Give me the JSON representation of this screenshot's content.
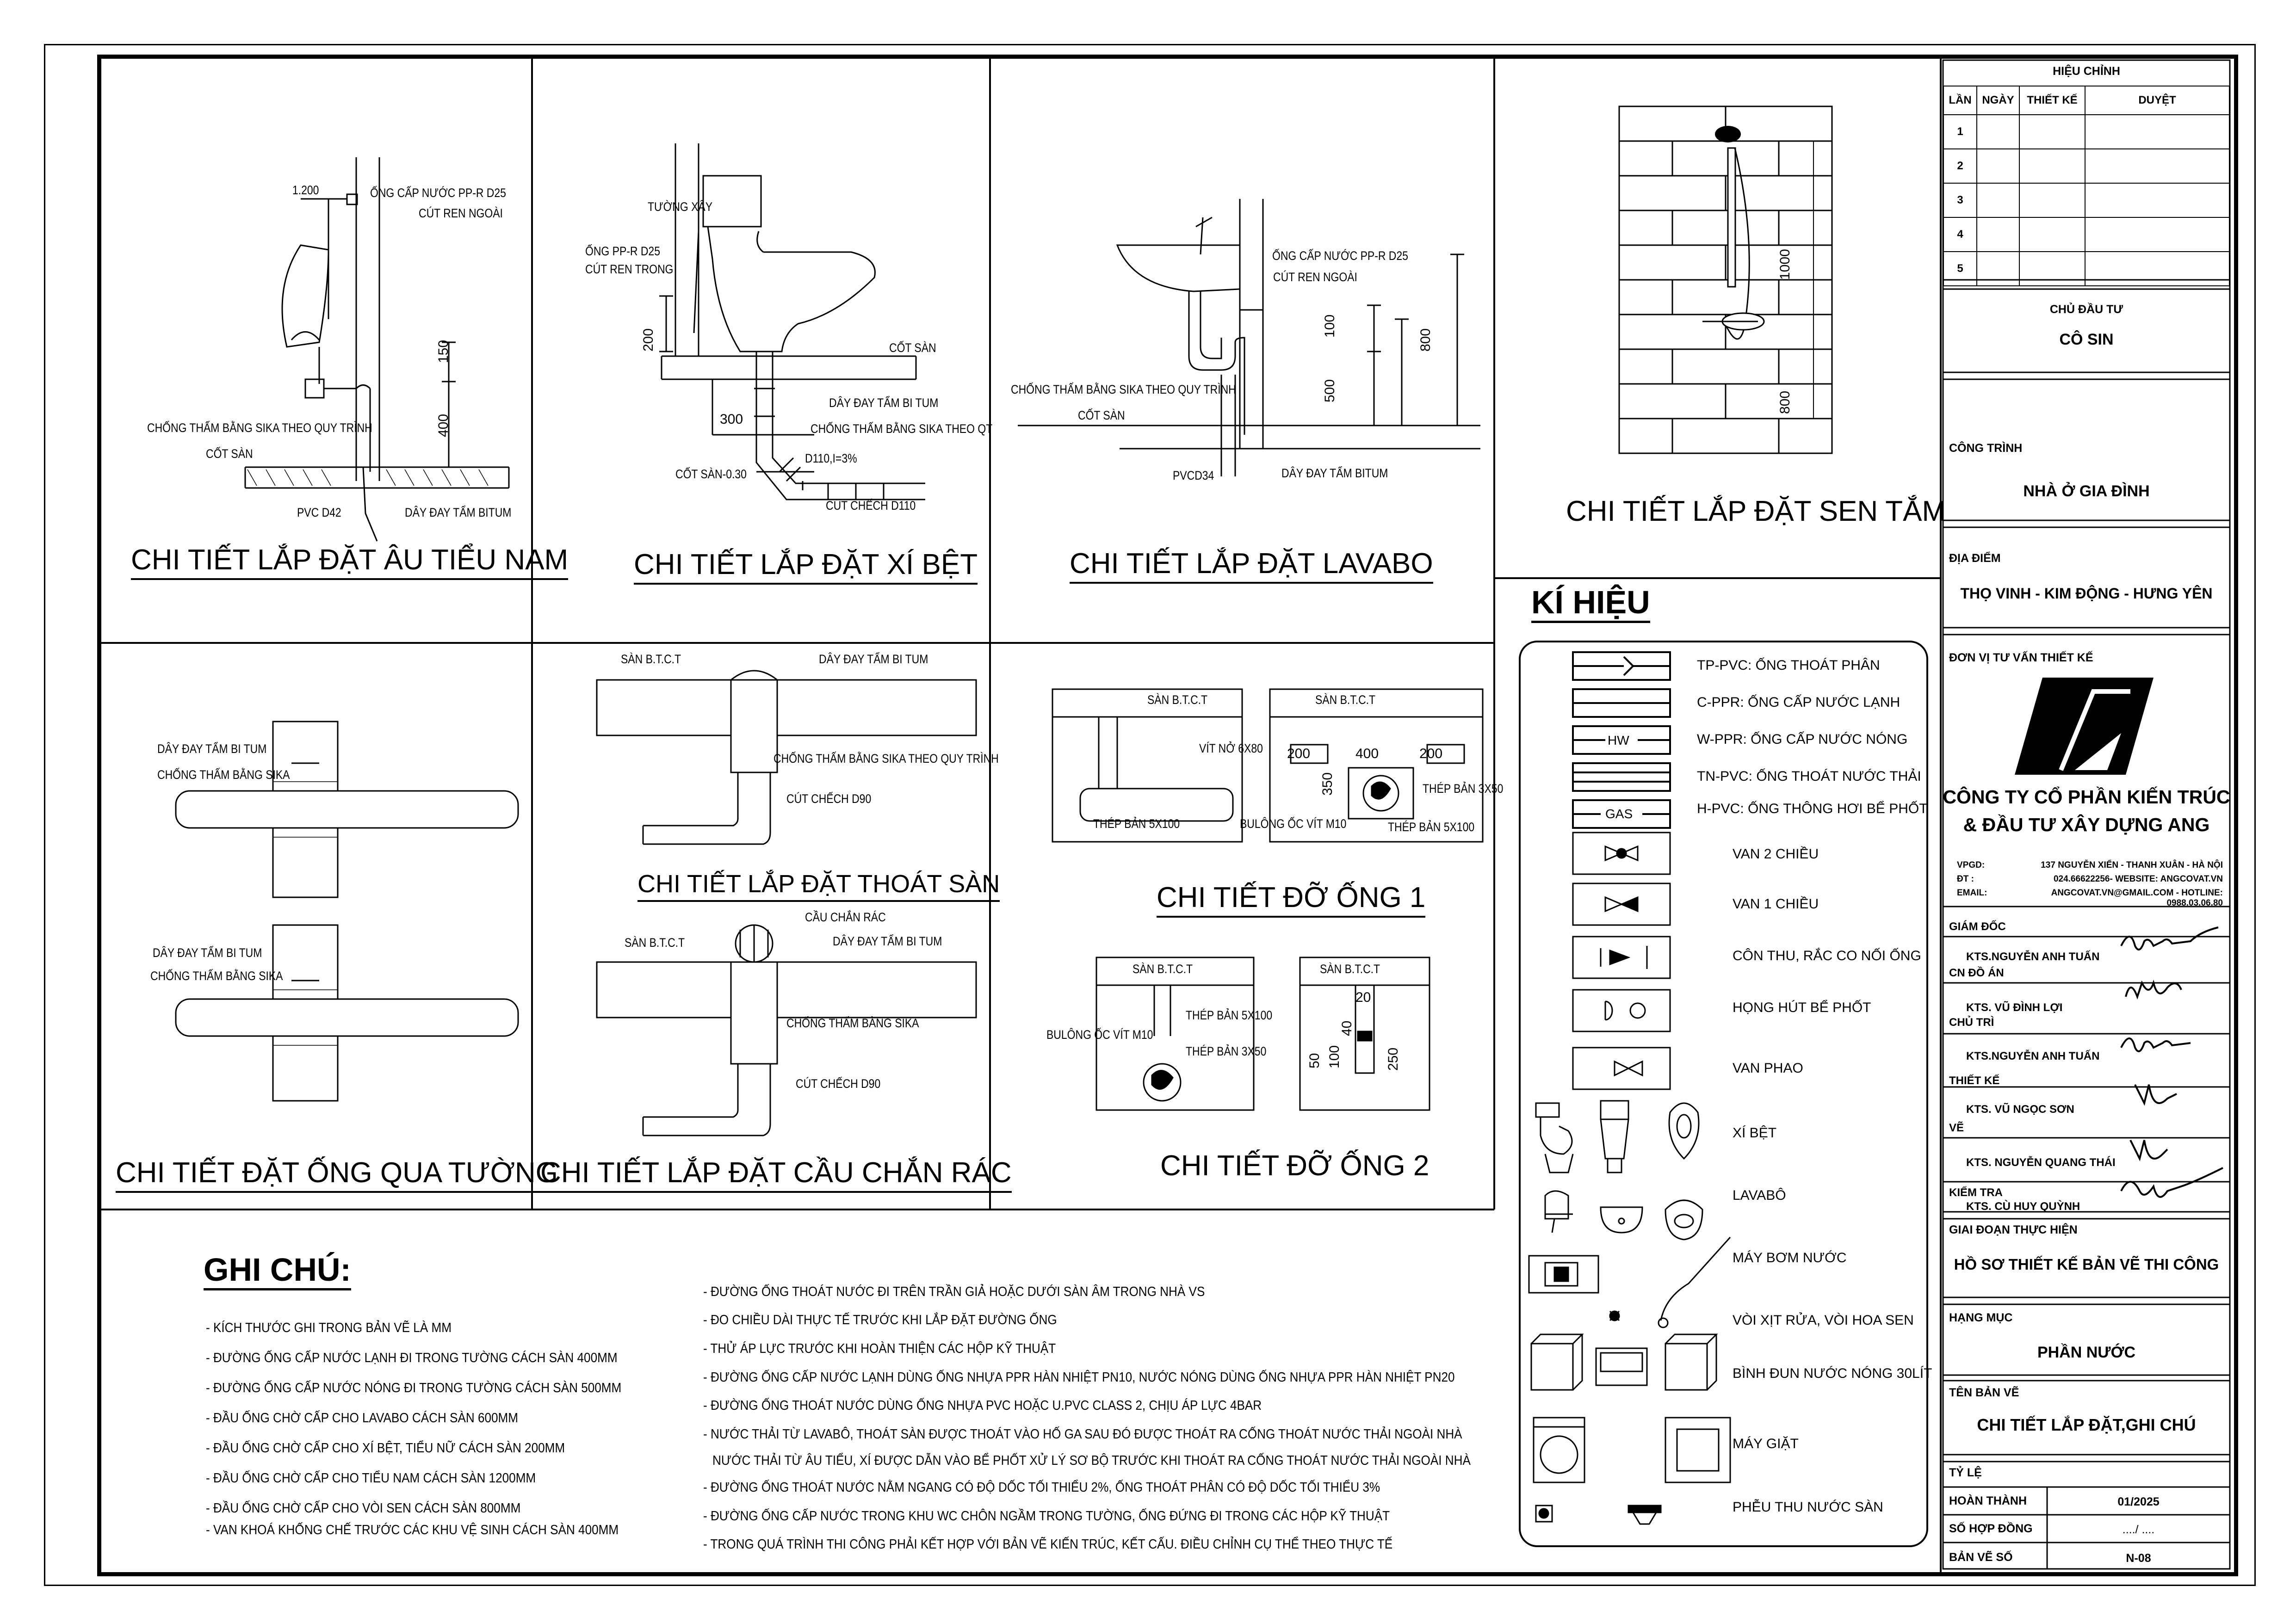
{
  "details": {
    "urinal": {
      "title": "CHI TIẾT LẮP ĐẶT ÂU TIỂU NAM",
      "pipe_label": "ỐNG CẤP NƯỚC PP-R D25",
      "fitting": "CÚT REN NGOÀI",
      "waterproof": "CHỐNG THẤM BẰNG SIKA THEO QUY TRÌNH",
      "floor": "CỐT SÀN",
      "pvc": "PVC D42",
      "bitumen": "DÂY ĐAY TẨM BITUM",
      "dim_top": "1.200",
      "dim_a": "150",
      "dim_b": "400"
    },
    "toilet": {
      "title": "CHI TIẾT LẮP ĐẶT XÍ BỆT",
      "wall": "TƯỜNG XÂY",
      "pipe_label": "ỐNG PP-R D25",
      "fitting": "CÚT REN TRONG",
      "floor": "CỐT SÀN",
      "bitumen": "DÂY ĐAY TẨM BI TUM",
      "waterproof": "CHỐNG THẤM BẰNG SIKA THEO QT",
      "floor_low": "CỐT SÀN-0.30",
      "slope": "D110,I=3%",
      "elbow": "CÚT CHẾCH D110",
      "dim_a": "200",
      "dim_b": "300"
    },
    "lavabo": {
      "title": "CHI TIẾT LẮP ĐẶT LAVABO",
      "pipe_label": "ỐNG CẤP NƯỚC PP-R D25",
      "fitting": "CÚT REN NGOÀI",
      "waterproof": "CHỐNG THẤM BẰNG SIKA THEO QUY TRÌNH",
      "floor": "CỐT SÀN",
      "pvc": "PVCD34",
      "bitumen": "DÂY ĐAY TẨM BITUM",
      "dim_a": "100",
      "dim_b": "500",
      "dim_c": "800"
    },
    "shower": {
      "title": "CHI TIẾT LẮP ĐẶT SEN TẮM",
      "dim_a": "1000",
      "dim_b": "800"
    },
    "wall_pipe": {
      "title": "CHI TIẾT ĐẶT ỐNG QUA TƯỜNG",
      "bitumen": "DÂY ĐAY TẨM BI TUM",
      "waterproof": "CHỐNG THẤM BẰNG SIKA"
    },
    "floor_drain": {
      "title": "CHI TIẾT LẮP ĐẶT THOÁT SÀN",
      "slab": "SÀN B.T.C.T",
      "bitumen": "DÂY ĐAY TẨM BI TUM",
      "waterproof": "CHỐNG THẤM BẰNG SIKA THEO QUY TRÌNH",
      "elbow": "CÚT CHẾCH D90"
    },
    "trash_cap": {
      "title": "CHI TIẾT LẮP ĐẶT CẦU CHẮN RÁC",
      "slab": "SÀN B.T.C.T",
      "cap": "CẦU CHẮN RÁC",
      "bitumen": "DÂY ĐAY TẨM BI TUM",
      "waterproof": "CHỐNG THẤM BẰNG SIKA",
      "elbow": "CÚT CHẾCH D90"
    },
    "support1": {
      "title": "CHI TIẾT ĐỠ ỐNG 1",
      "slab": "SÀN B.T.C.T",
      "slab2": "SÀN B.T.C.T",
      "screw": "VÍT NỞ 6X80",
      "steel1": "THÉP BẢN 5X100",
      "bolt": "BULÔNG ỐC VÍT M10",
      "steel2": "THÉP BẢN 3X50",
      "steel3": "THÉP BẢN 5X100",
      "d1": "200",
      "d2": "400",
      "d3": "200",
      "d4": "350"
    },
    "support2": {
      "title": "CHI TIẾT ĐỠ ỐNG 2",
      "slab": "SÀN B.T.C.T",
      "slab2": "SÀN B.T.C.T",
      "steel1": "THÉP BẢN 5X100",
      "bolt": "BULÔNG ỐC VÍT M10",
      "steel2": "THÉP BẢN 3X50",
      "d1": "20",
      "d2": "40",
      "d3": "50",
      "d4": "100",
      "d5": "250"
    }
  },
  "legend": {
    "title": "KÍ HIỆU",
    "lines": [
      {
        "label": "TP-PVC: ỐNG THOÁT PHÂN",
        "tag": ""
      },
      {
        "label": "C-PPR: ỐNG CẤP NƯỚC LẠNH",
        "tag": ""
      },
      {
        "label": "W-PPR: ỐNG CẤP NƯỚC NÓNG",
        "tag": "HW"
      },
      {
        "label": "TN-PVC: ỐNG THOÁT NƯỚC THẢI",
        "tag": ""
      },
      {
        "label": "H-PVC: ỐNG THÔNG HƠI BỂ PHỐT",
        "tag": "GAS"
      }
    ],
    "items": [
      "VAN 2 CHIỀU",
      "VAN 1 CHIỀU",
      "CÔN THU, RẮC CO NỐI ỐNG",
      "HỌNG HÚT BỂ PHỐT",
      "VAN PHAO",
      "XÍ BỆT",
      "LAVABÔ",
      "MÁY BƠM NƯỚC",
      "VÒI XỊT RỬA, VÒI HOA SEN",
      "BÌNH ĐUN NƯỚC NÓNG 30LÍT",
      "MÁY GIẶT",
      "PHỄU THU NƯỚC SÀN"
    ]
  },
  "notes": {
    "title": "GHI CHÚ:",
    "left": [
      "- KÍCH THƯỚC GHI TRONG BẢN VẼ LÀ MM",
      "- ĐƯỜNG ỐNG CẤP NƯỚC LẠNH ĐI TRONG TƯỜNG CÁCH SÀN 400MM",
      "- ĐƯỜNG ỐNG CẤP NƯỚC NÓNG ĐI TRONG TƯỜNG CÁCH SÀN 500MM",
      "- ĐẦU ỐNG CHỜ CẤP CHO LAVABO CÁCH SÀN 600MM",
      "- ĐẦU ỐNG CHỜ CẤP CHO XÍ BỆT, TIỂU NỮ CÁCH SÀN 200MM",
      "- ĐẦU ỐNG CHỜ CẤP CHO TIỂU NAM CÁCH SÀN 1200MM",
      "- ĐẦU ỐNG CHỜ CẤP CHO VÒI SEN CÁCH SÀN 800MM",
      "- VAN KHOÁ KHỐNG CHẾ TRƯỚC CÁC KHU VỆ SINH CÁCH SÀN 400MM"
    ],
    "right": [
      "- ĐƯỜNG ỐNG THOÁT NƯỚC ĐI TRÊN TRẦN GIẢ HOẶC DƯỚI SÀN ÂM TRONG NHÀ VS",
      "- ĐO CHIỀU DÀI THỰC TẾ TRƯỚC KHI LẮP ĐẶT ĐƯỜNG ỐNG",
      "- THỬ ÁP LỰC TRƯỚC KHI HOÀN THIỆN CÁC HỘP KỸ THUẬT",
      "- ĐƯỜNG ỐNG CẤP NƯỚC LẠNH DÙNG ỐNG NHỰA PPR HÀN NHIỆT PN10, NƯỚC NÓNG DÙNG ỐNG NHỰA PPR HÀN NHIỆT PN20",
      "- ĐƯỜNG ỐNG THOÁT NƯỚC DÙNG ỐNG NHỰA PVC HOẶC U.PVC CLASS 2, CHỊU ÁP LỰC 4BAR",
      "- NƯỚC THẢI TỪ LAVABÔ, THOÁT SÀN ĐƯỢC THOÁT VÀO HỐ GA SAU ĐÓ ĐƯỢC THOÁT RA CỐNG THOÁT NƯỚC THẢI NGOÀI NHÀ",
      "NƯỚC THẢI TỪ ÂU TIỂU, XÍ ĐƯỢC DẪN VÀO BỂ PHỐT XỬ LÝ SƠ BỘ TRƯỚC KHI THOÁT RA CỐNG THOÁT NƯỚC THẢI NGOÀI NHÀ",
      "- ĐƯỜNG ỐNG THOÁT NƯỚC NẰM NGANG CÓ ĐỘ DỐC TỐI THIỂU 2%, ỐNG THOÁT PHÂN CÓ ĐỘ DỐC TỐI THIỂU 3%",
      "- ĐƯỜNG ỐNG CẤP NƯỚC TRONG KHU WC CHÔN NGẦM TRONG TƯỜNG, ỐNG ĐỨNG ĐI TRONG CÁC HỘP KỸ THUẬT",
      "- TRONG QUÁ TRÌNH THI CÔNG PHẢI KẾT HỢP VỚI BẢN VẼ KIẾN TRÚC, KẾT CẤU. ĐIỀU CHỈNH CỤ THỂ THEO THỰC TẾ"
    ]
  },
  "title_block": {
    "revision": {
      "title": "HIỆU CHỈNH",
      "headers": [
        "LẦN",
        "NGÀY",
        "THIẾT KẾ",
        "DUYỆT"
      ],
      "rows": [
        "1",
        "2",
        "3",
        "4",
        "5"
      ]
    },
    "investor": {
      "label": "CHỦ ĐẦU TƯ",
      "value": "CÔ SIN"
    },
    "project": {
      "label": "CÔNG TRÌNH",
      "value": "NHÀ Ở GIA ĐÌNH"
    },
    "location": {
      "label": "ĐỊA ĐIỂM",
      "value": "THỌ VINH - KIM ĐỘNG - HƯNG YÊN"
    },
    "consultant": {
      "label": "ĐƠN VỊ TƯ VẤN THIẾT KẾ",
      "name1": "CÔNG TY CỔ PHẦN KIẾN TRÚC",
      "name2": "& ĐẦU TƯ XÂY DỰNG ANG",
      "contacts": [
        {
          "k": "VPGD:",
          "v": "137 NGUYỄN XIỂN - THANH XUÂN - HÀ NỘI"
        },
        {
          "k": "ĐT :",
          "v": "024.66622256- WEBSITE: ANGCOVAT.VN"
        },
        {
          "k": "EMAIL:",
          "v": "ANGCOVAT.VN@GMAIL.COM - HOTLINE: 0988.03.06.80"
        }
      ]
    },
    "staff": [
      {
        "role": "GIÁM ĐỐC",
        "name": "KTS.NGUYỄN ANH TUẤN"
      },
      {
        "role": "CN ĐỒ ÁN",
        "name": "KTS. VŨ ĐÌNH LỢI"
      },
      {
        "role": "CHỦ TRÌ",
        "name": "KTS.NGUYỄN ANH TUẤN"
      },
      {
        "role": "THIẾT KẾ",
        "name": "KTS. VŨ NGỌC SƠN"
      },
      {
        "role": "VẼ",
        "name": "KTS. NGUYỄN QUANG THÁI"
      },
      {
        "role": "KIỂM TRA",
        "name": "KTS. CÙ HUY QUỲNH"
      }
    ],
    "phase": {
      "label": "GIAI ĐOẠN THỰC HIỆN",
      "value": "HỒ SƠ THIẾT KẾ BẢN VẼ THI CÔNG"
    },
    "category": {
      "label": "HẠNG MỤC",
      "value": "PHẦN NƯỚC"
    },
    "sheet_name": {
      "label": "TÊN BẢN VẼ",
      "value": "CHI TIẾT LẮP ĐẶT,GHI CHÚ"
    },
    "scale": {
      "label": "TỶ LỆ",
      "value": ""
    },
    "completed": {
      "label": "HOÀN THÀNH",
      "value": "01/2025"
    },
    "contract": {
      "label": "SỐ HỢP ĐỒNG",
      "value": "..../ ...."
    },
    "sheet_no": {
      "label": "BẢN VẼ SỐ",
      "value": "N-08"
    }
  }
}
